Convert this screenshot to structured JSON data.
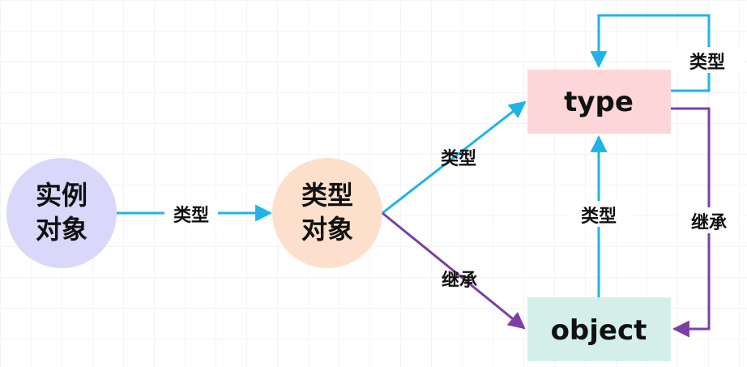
{
  "colors": {
    "type_edge": "#1fb3e8",
    "inherit_edge": "#7b3fa6",
    "instance_fill": "#d9d8fa",
    "class_fill": "#fde0cc",
    "type_box_fill": "#fdd7d8",
    "object_box_fill": "#d4efe9"
  },
  "nodes": {
    "instance_line1": "实例",
    "instance_line2": "对象",
    "class_line1": "类型",
    "class_line2": "对象",
    "type": "type",
    "object": "object"
  },
  "edges": {
    "instance_to_class": "类型",
    "class_to_type": "类型",
    "class_to_object": "继承",
    "object_to_type": "类型",
    "type_to_object": "继承",
    "type_self": "类型"
  }
}
